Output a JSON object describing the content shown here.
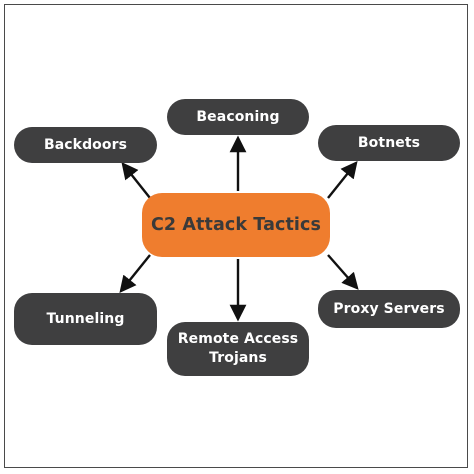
{
  "diagram": {
    "center": {
      "label": "C2 Attack Tactics",
      "color": "#ef7d2e"
    },
    "node_color": "#3f3f40",
    "arrow_color": "#111111",
    "nodes": {
      "beaconing": {
        "label": "Beaconing"
      },
      "backdoors": {
        "label": "Backdoors"
      },
      "botnets": {
        "label": "Botnets"
      },
      "tunneling": {
        "label": "Tunneling"
      },
      "remote_access": {
        "line1": "Remote Access",
        "line2": "Trojans"
      },
      "proxy_servers": {
        "label": "Proxy Servers"
      }
    }
  }
}
